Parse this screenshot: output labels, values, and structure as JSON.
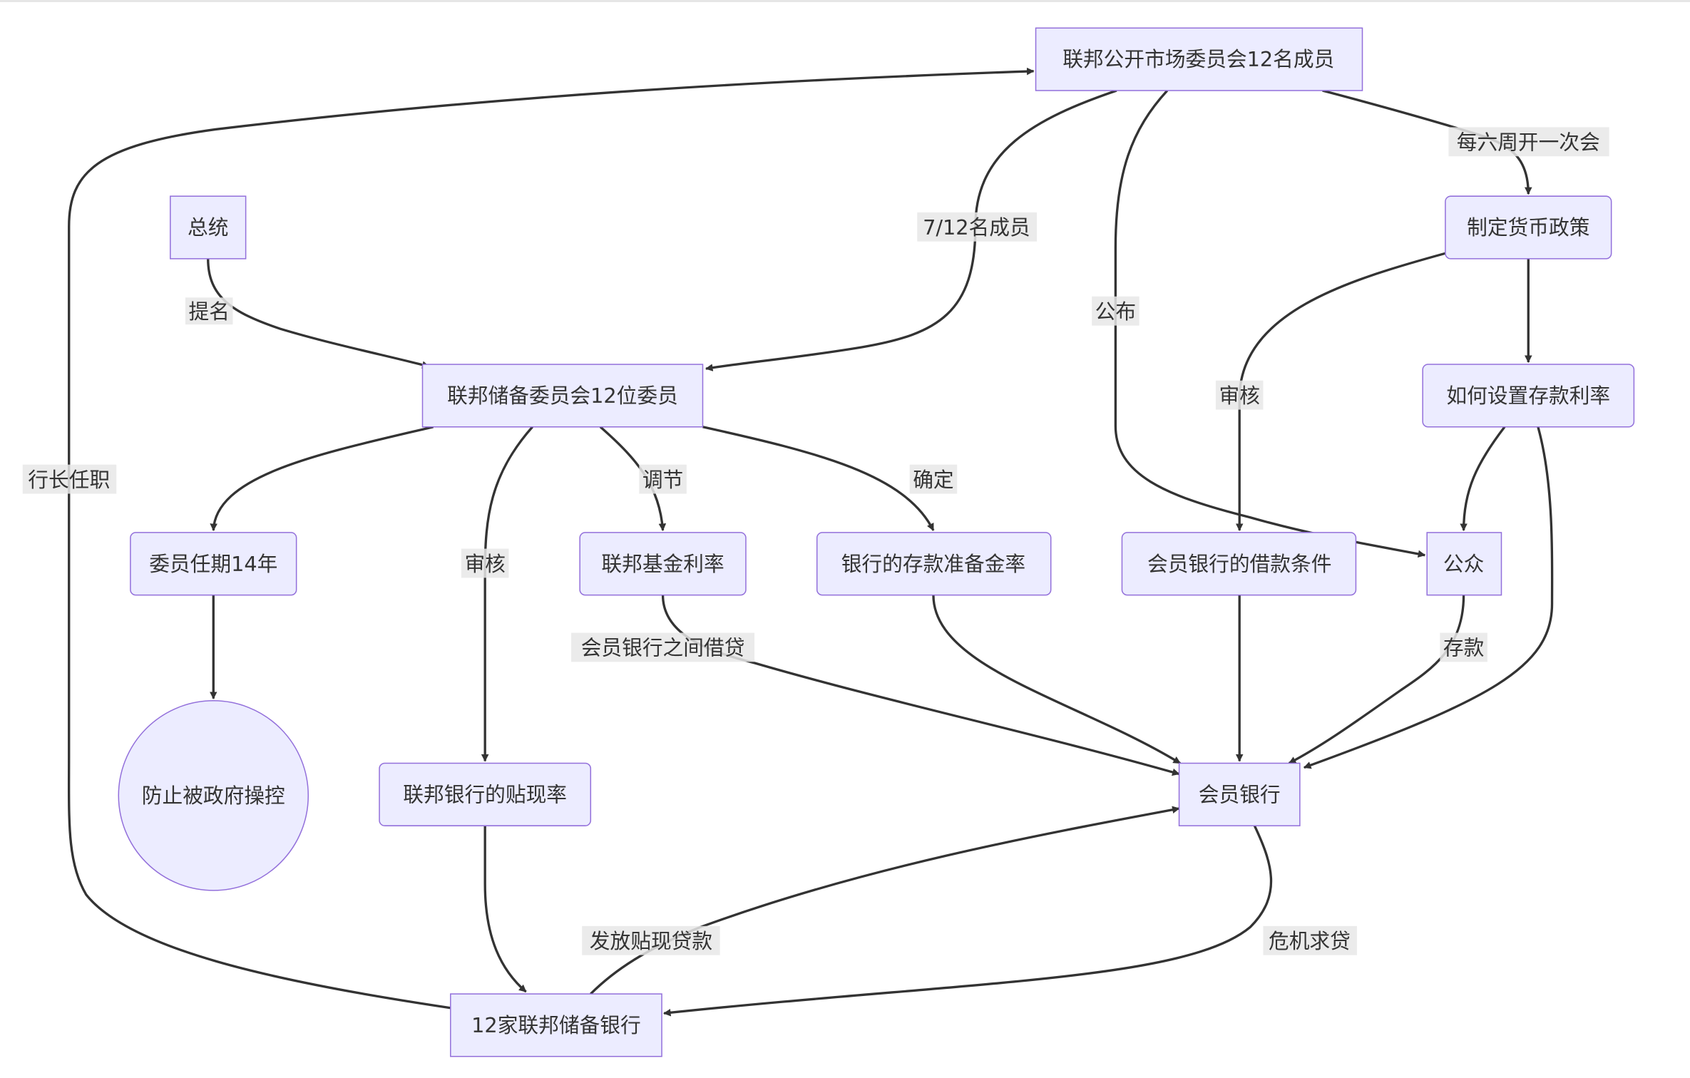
{
  "diagram": {
    "type": "flowchart",
    "colors": {
      "node_fill": "#ECECFF",
      "node_stroke": "#9370DB",
      "edge": "#333333",
      "label_bg": "#e8e8e8",
      "text": "#333333"
    },
    "nodes": {
      "fomc": "联邦公开市场委员会12名成员",
      "president": "总统",
      "monetary_policy": "制定货币政策",
      "fed_board": "联邦储备委员会12位委员",
      "deposit_rate": "如何设置存款利率",
      "term": "委员任期14年",
      "fed_funds_rate": "联邦基金利率",
      "reserve_ratio": "银行的存款准备金率",
      "borrow_terms": "会员银行的借款条件",
      "public": "公众",
      "prevent_control": "防止被政府操控",
      "discount_rate": "联邦银行的贴现率",
      "member_banks": "会员银行",
      "reserve_banks": "12家联邦储备银行"
    },
    "edge_labels": {
      "president_to_board": "提名",
      "fomc_to_board": "7/12名成员",
      "fomc_to_public": "公布",
      "fomc_to_policy": "每六周开一次会",
      "policy_to_borrow": "审核",
      "board_to_discount": "审核",
      "board_to_funds": "调节",
      "board_to_reserve": "确定",
      "reserve_banks_to_fomc": "行长任职",
      "funds_to_member": "会员银行之间借贷",
      "public_to_member": "存款",
      "reserve_banks_to_member": "发放贴现贷款",
      "member_to_reserve_banks": "危机求贷"
    },
    "edges": [
      {
        "from": "president",
        "to": "fed_board",
        "label": "提名"
      },
      {
        "from": "fomc",
        "to": "fed_board",
        "label": "7/12名成员"
      },
      {
        "from": "fomc",
        "to": "public",
        "label": "公布"
      },
      {
        "from": "fomc",
        "to": "monetary_policy",
        "label": "每六周开一次会"
      },
      {
        "from": "monetary_policy",
        "to": "borrow_terms",
        "label": "审核"
      },
      {
        "from": "monetary_policy",
        "to": "deposit_rate",
        "label": ""
      },
      {
        "from": "fed_board",
        "to": "term",
        "label": ""
      },
      {
        "from": "fed_board",
        "to": "discount_rate",
        "label": "审核"
      },
      {
        "from": "fed_board",
        "to": "fed_funds_rate",
        "label": "调节"
      },
      {
        "from": "fed_board",
        "to": "reserve_ratio",
        "label": "确定"
      },
      {
        "from": "deposit_rate",
        "to": "public",
        "label": ""
      },
      {
        "from": "deposit_rate",
        "to": "member_banks",
        "label": ""
      },
      {
        "from": "term",
        "to": "prevent_control",
        "label": ""
      },
      {
        "from": "fed_funds_rate",
        "to": "member_banks",
        "label": "会员银行之间借贷"
      },
      {
        "from": "reserve_ratio",
        "to": "member_banks",
        "label": ""
      },
      {
        "from": "borrow_terms",
        "to": "member_banks",
        "label": ""
      },
      {
        "from": "public",
        "to": "member_banks",
        "label": "存款"
      },
      {
        "from": "discount_rate",
        "to": "reserve_banks",
        "label": ""
      },
      {
        "from": "reserve_banks",
        "to": "member_banks",
        "label": "发放贴现贷款"
      },
      {
        "from": "member_banks",
        "to": "reserve_banks",
        "label": "危机求贷"
      },
      {
        "from": "reserve_banks",
        "to": "fomc",
        "label": "行长任职"
      }
    ]
  }
}
